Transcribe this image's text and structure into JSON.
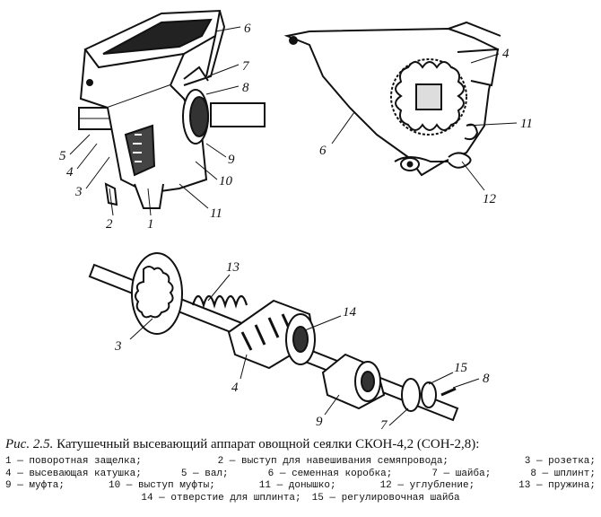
{
  "figure": {
    "callouts": {
      "top_left": [
        "6",
        "7",
        "8",
        "5",
        "4",
        "3",
        "9",
        "10",
        "2",
        "1",
        "11"
      ],
      "top_right": [
        "4",
        "11",
        "6",
        "12"
      ],
      "bottom": [
        "13",
        "3",
        "14",
        "4",
        "15",
        "8",
        "9",
        "7"
      ]
    }
  },
  "caption": {
    "label": "Рис. 2.5.",
    "title": "Катушечный высевающий аппарат овощной сеялки СКОН-4,2 (СОН-2,8):",
    "legend_rows": [
      [
        "1 — поворотная защелка;",
        "2 — выступ для навешивания семяпровода;",
        "3 — розетка;"
      ],
      [
        "4 — высевающая катушка;",
        "5 — вал;",
        "6 — семенная коробка;",
        "7 — шайба;",
        "8 — шплинт;"
      ],
      [
        "9 — муфта;",
        "10 — выступ муфты;",
        "11 — донышко;",
        "12 — углубление;",
        "13 — пружина;"
      ],
      [
        "14 — отверстие для шплинта;",
        "15 — регулировочная шайба"
      ]
    ]
  }
}
